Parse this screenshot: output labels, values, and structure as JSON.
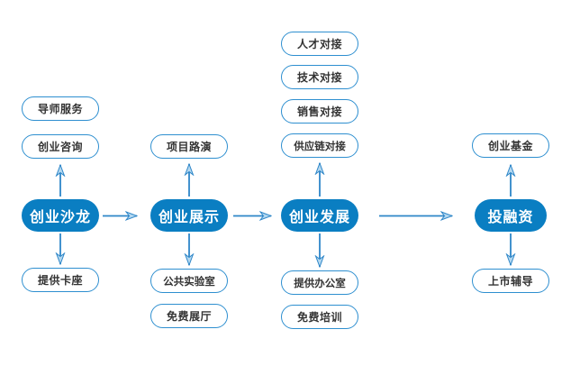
{
  "diagram": {
    "title": "startup-incubation-service-flow",
    "colors": {
      "main_node_fill": "#0a7ec2",
      "main_node_text": "#ffffff",
      "pill_border": "#2e8fd0",
      "pill_text": "#333333",
      "arrow_stroke": "#2e86c8",
      "arrowhead_fill": "#b3d8f0",
      "background": "#ffffff"
    },
    "columns": [
      {
        "main": "创业沙龙",
        "top": [
          "导师服务",
          "创业咨询"
        ],
        "bottom": [
          "提供卡座"
        ]
      },
      {
        "main": "创业展示",
        "top": [
          "项目路演"
        ],
        "bottom": [
          "公共实验室",
          "免费展厅"
        ]
      },
      {
        "main": "创业发展",
        "top": [
          "人才对接",
          "技术对接",
          "销售对接",
          "供应链对接"
        ],
        "bottom": [
          "提供办公室",
          "免费培训"
        ]
      },
      {
        "main": "投融资",
        "top": [
          "创业基金"
        ],
        "bottom": [
          "上市辅导"
        ]
      }
    ]
  }
}
